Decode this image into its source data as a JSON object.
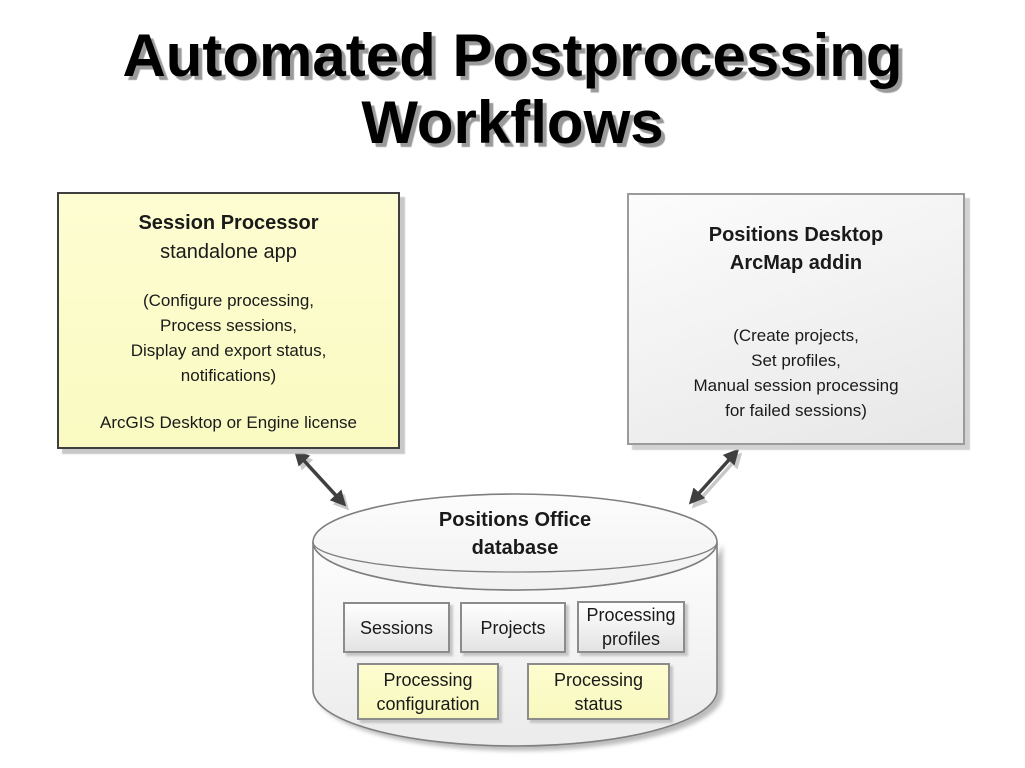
{
  "title": {
    "line1": "Automated Postprocessing",
    "line2": "Workflows",
    "color": "#000000",
    "shadow_color": "#9a9a9a"
  },
  "session_processor_box": {
    "heading": "Session Processor",
    "subheading": "standalone app",
    "body_lines": [
      "(Configure processing,",
      "Process sessions,",
      "Display and export status,",
      "notifications)"
    ],
    "footer": "ArcGIS Desktop or Engine license",
    "fill": "#fbfbc6",
    "border_color": "#3f3f3f"
  },
  "positions_desktop_box": {
    "heading_line1": "Positions Desktop",
    "heading_line2": "ArcMap addin",
    "body_lines": [
      "(Create projects,",
      "Set profiles,",
      "Manual session processing",
      "for failed sessions)"
    ],
    "fill": "#ececec",
    "border_color": "#9b9b9b"
  },
  "database_cylinder": {
    "title_line1": "Positions Office",
    "title_line2": "database",
    "fill": "#f4f4f4",
    "border_color": "#7f7f7f",
    "tables": [
      {
        "label": "Sessions",
        "style": "gray"
      },
      {
        "label": "Projects",
        "style": "gray"
      },
      {
        "label": "Processing profiles",
        "style": "gray"
      },
      {
        "label": "Processing configuration",
        "style": "yellow"
      },
      {
        "label": "Processing status",
        "style": "yellow"
      }
    ]
  },
  "connections": [
    {
      "from": "session-processor-box",
      "to": "database-cylinder",
      "type": "double-headed-arrow"
    },
    {
      "from": "positions-desktop-box",
      "to": "database-cylinder",
      "type": "double-headed-arrow"
    }
  ],
  "colors": {
    "yellow_fill": "#fbfbc6",
    "gray_fill": "#ececec",
    "arrow": "#3f3f3f",
    "shadow": "#c8c8c8",
    "background": "#ffffff"
  }
}
